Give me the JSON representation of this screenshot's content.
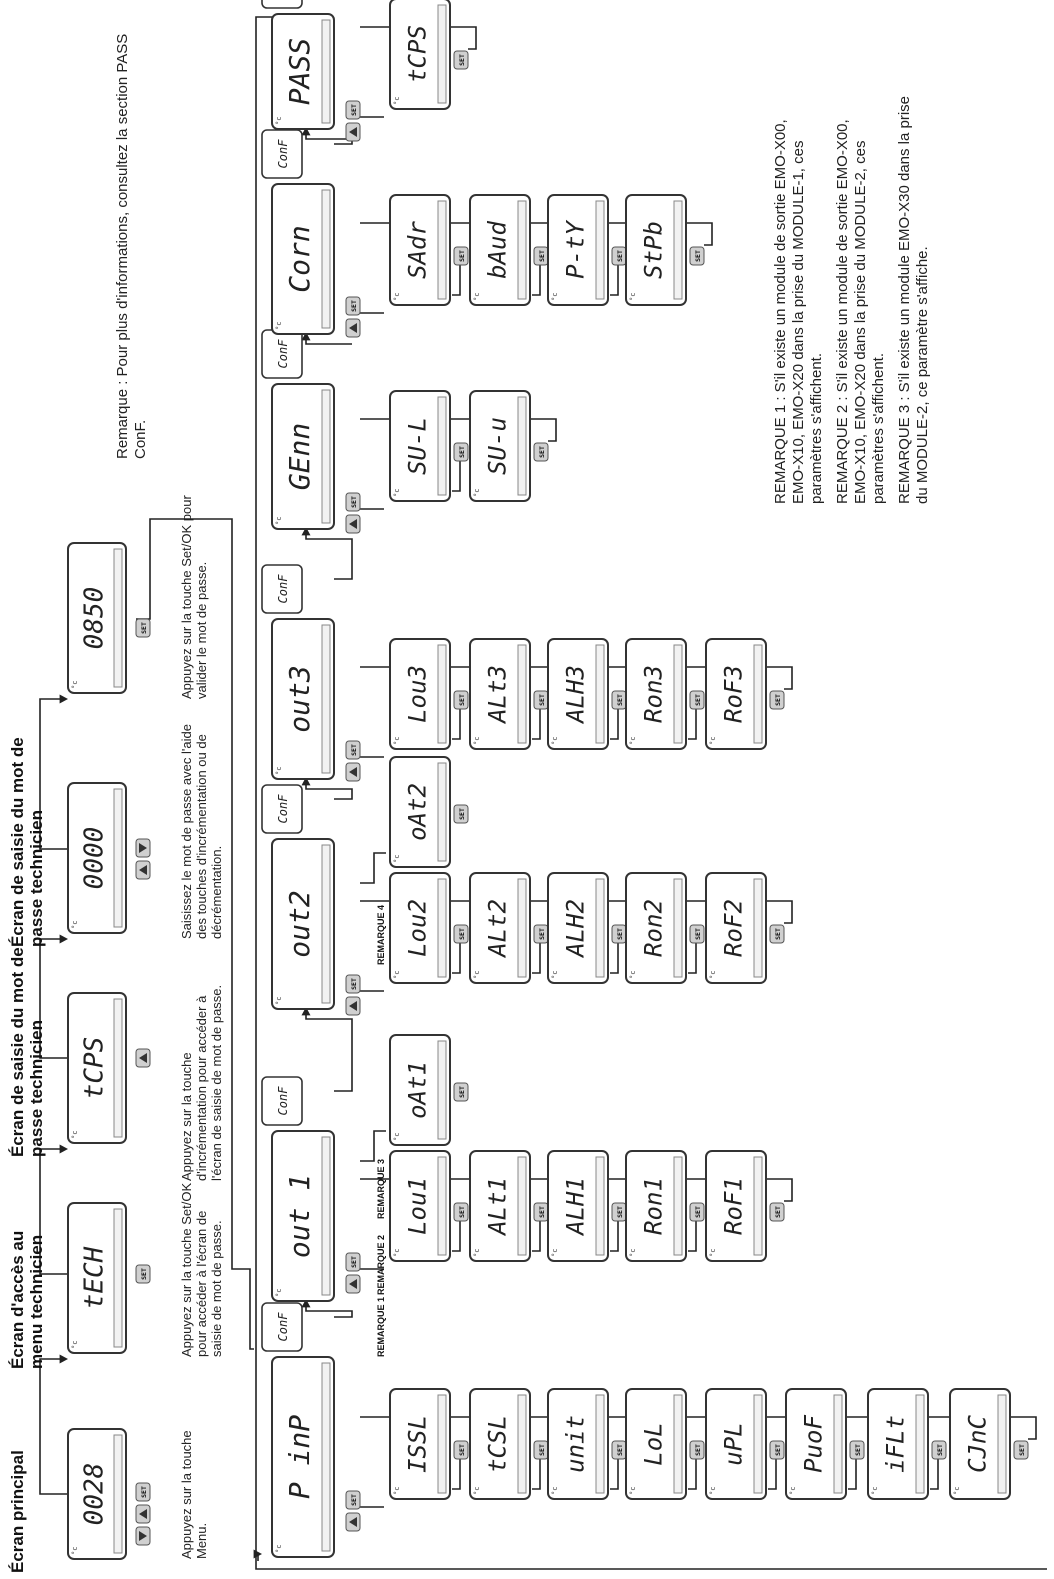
{
  "headings": {
    "main": "Écran principal",
    "tech_menu": "Écran d'accès au menu technicien",
    "pwd_entry_1": "Écran de saisie du mot de passe technicien",
    "pwd_entry_2": "Écran de saisie du mot de passe technicien"
  },
  "instructions": {
    "press_menu": "Appuyez sur la touche Menu.",
    "press_set_tech": "Appuyez sur la touche Set/OK pour accéder à l'écran de saisie de mot de passe.",
    "press_inc": "Appuyez sur la touche d'incrémentation pour accéder à l'écran de saisie de mot de passe.",
    "enter_pwd": "Saisissez le mot de passe avec l'aide des touches d'incrémentation ou de décrémentation.",
    "validate_pwd": "Appuyez sur la touche Set/OK pour valider le mot de passe.",
    "pass_note": "Remarque : Pour plus d'informations, consultez la section PASS ConF."
  },
  "displays": {
    "main": "0028",
    "tech": "tECH",
    "tcps": "tCPS",
    "pwd_entry": "0000",
    "pwd_value": "0850"
  },
  "menus": {
    "input": {
      "label": "P inP",
      "conf": "ConF",
      "params": [
        "ISSL",
        "tCSL",
        "unit",
        "LoL",
        "uPL",
        "PuoF",
        "iFLt",
        "CJnC"
      ]
    },
    "out1": {
      "label": "out 1",
      "conf": "ConF",
      "params": [
        "Lou1",
        "ALt1",
        "ALH1",
        "Ron1",
        "RoF1"
      ],
      "extra": "oAt1"
    },
    "out2": {
      "label": "out2",
      "conf": "ConF",
      "params": [
        "Lou2",
        "ALt2",
        "ALH2",
        "Ron2",
        "RoF2"
      ],
      "extra": "oAt2"
    },
    "out3": {
      "label": "out3",
      "conf": "ConF",
      "params": [
        "Lou3",
        "ALt3",
        "ALH3",
        "Ron3",
        "RoF3"
      ]
    },
    "genn": {
      "label": "GEnn",
      "conf": "ConF",
      "params": [
        "SU-L",
        "SU-u"
      ]
    },
    "corn": {
      "label": "Corn",
      "conf": "ConF",
      "params": [
        "SAdr",
        "bAud",
        "P-tY",
        "StPb"
      ]
    },
    "pass": {
      "label": "PASS",
      "conf": "ConF",
      "params": [
        "tCPS"
      ]
    }
  },
  "remarques": {
    "r1": "REMARQUE 1",
    "r2": "REMARQUE 2",
    "r3": "REMARQUE 3",
    "r4": "REMARQUE 4"
  },
  "notes": [
    "REMARQUE 1 : S'il existe un module de sortie EMO-X00, EMO-X10, EMO-X20 dans la prise du MODULE-1, ces paramètres s'affichent.",
    "REMARQUE 2 : S'il existe un module de sortie EMO-X00, EMO-X10, EMO-X20 dans la prise du MODULE-2, ces paramètres s'affichent.",
    "REMARQUE 3 : S'il existe un module EMO-X30 dans la prise du MODULE-2, ce paramètre s'affiche."
  ],
  "buttons": {
    "set": "SET",
    "deg": "°c"
  }
}
